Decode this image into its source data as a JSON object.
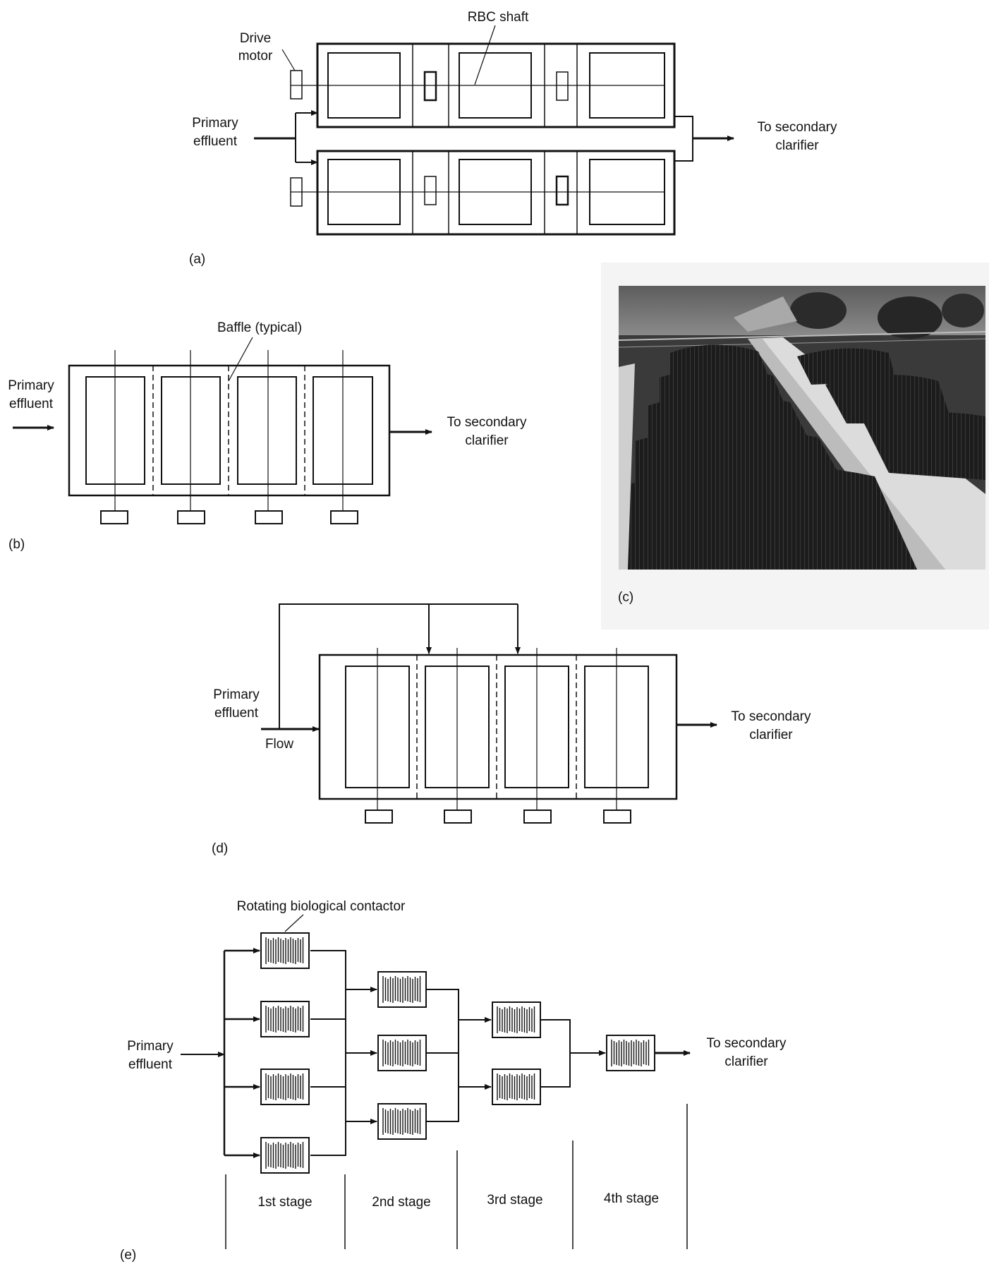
{
  "panel_a": {
    "tag": "(a)",
    "drive_motor": [
      "Drive",
      "motor"
    ],
    "rbc_shaft": "RBC shaft",
    "inflow": [
      "Primary",
      "effluent"
    ],
    "outflow": [
      "To secondary",
      "clarifier"
    ]
  },
  "panel_b": {
    "tag": "(b)",
    "baffle": "Baffle (typical)",
    "inflow": [
      "Primary",
      "effluent"
    ],
    "outflow": [
      "To secondary",
      "clarifier"
    ]
  },
  "panel_c": {
    "tag": "(c)",
    "photo_subject": "RBC units installation photograph"
  },
  "panel_d": {
    "tag": "(d)",
    "inflow": [
      "Primary",
      "effluent"
    ],
    "flow": "Flow",
    "outflow": [
      "To secondary",
      "clarifier"
    ]
  },
  "panel_e": {
    "tag": "(e)",
    "contactor": "Rotating biological contactor",
    "inflow": [
      "Primary",
      "effluent"
    ],
    "outflow": [
      "To secondary",
      "clarifier"
    ],
    "stages": [
      "1st stage",
      "2nd stage",
      "3rd stage",
      "4th stage"
    ]
  }
}
